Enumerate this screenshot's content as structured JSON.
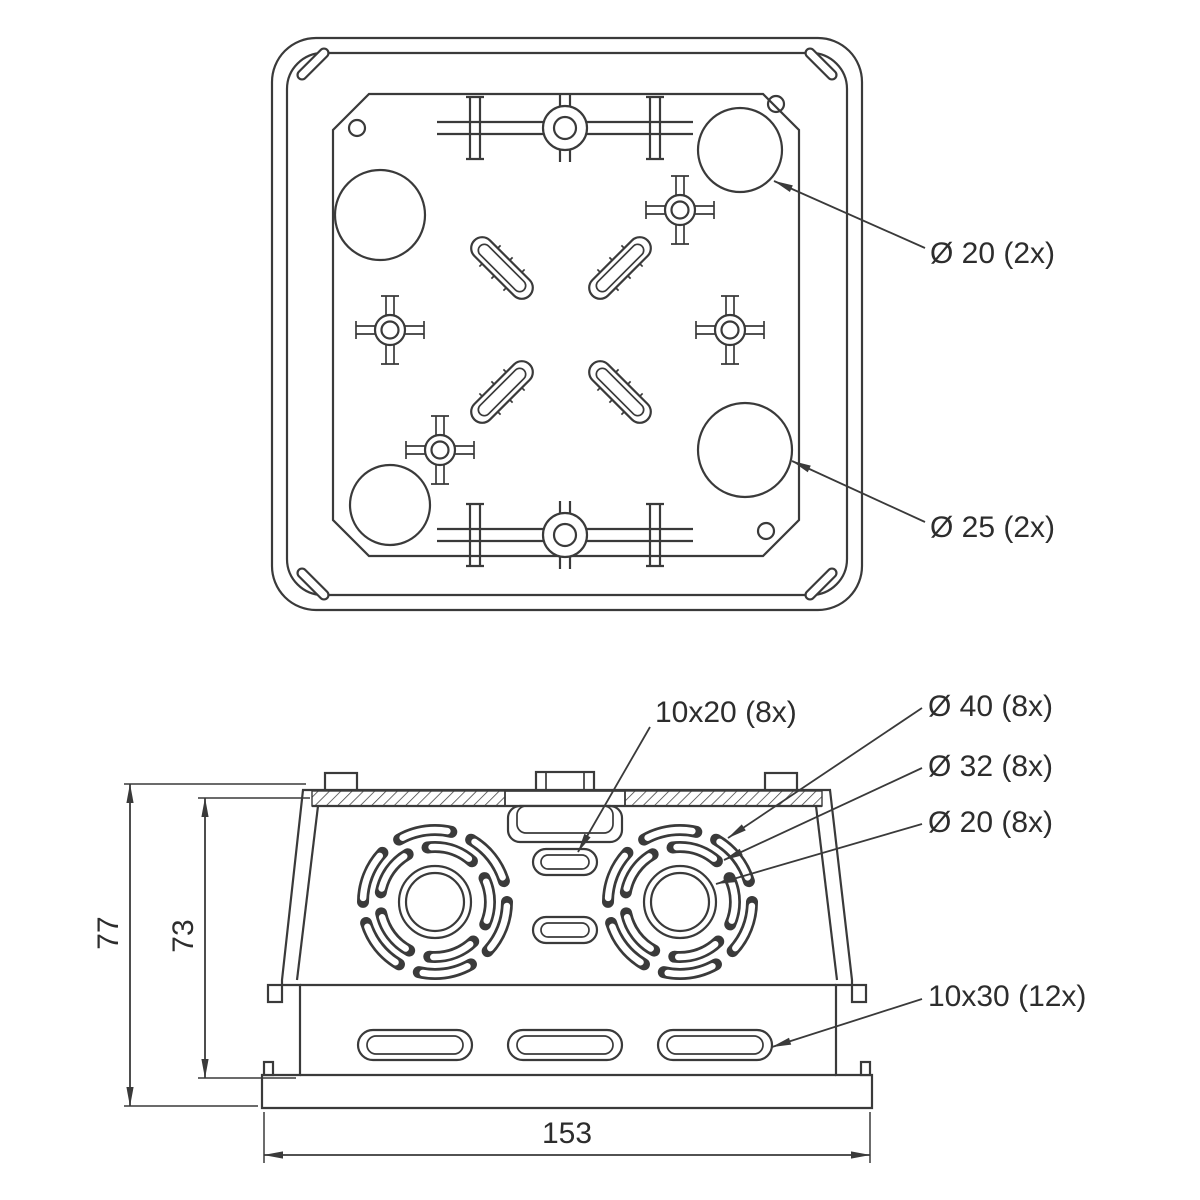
{
  "drawing": {
    "top_view": {
      "label_d20": "Ø 20 (2x)",
      "label_d25": "Ø 25 (2x)"
    },
    "front_view": {
      "label_slot_small": "10x20 (8x)",
      "label_d40": "Ø 40 (8x)",
      "label_d32": "Ø 32 (8x)",
      "label_d20": "Ø 20 (8x)",
      "label_slot_large": "10x30 (12x)"
    },
    "dimensions": {
      "overall_height": "77",
      "body_height": "73",
      "overall_width": "153"
    },
    "colors": {
      "line": "#3a3a3a",
      "text": "#2d2d2d",
      "background": "#ffffff"
    }
  }
}
